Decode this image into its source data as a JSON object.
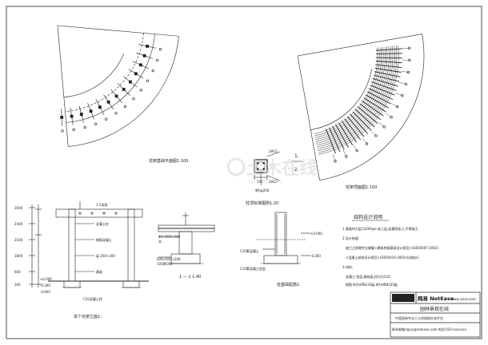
{
  "sheet": {
    "plan1_title": "花架基础平面图1:100",
    "plan2_title": "花架顶面图1:100",
    "section_title": "柱顶标准图例1:20",
    "dim_a": "2Φ12",
    "dim_b": "2Φ12",
    "dim_c": "240",
    "dim_d": "Φ6@200",
    "mark_1": "1.",
    "mark_2": "2.",
    "elev_title": "单个花架立面1:",
    "section11_title": "1 — 1 1:40",
    "footing_title": "柱基础配筋1:",
    "footing_note1": "600×600×200",
    "footing_note2": "C20素混凝土",
    "footing_note3": "C10素混凝土垫层",
    "beam_note": "40×200×200",
    "beam_note2": "木",
    "pad_note": "100厚C10",
    "elev_note1": "1.5米高",
    "elev_note2": "混凝土柱",
    "elev_note3": "钢筋混凝土",
    "elev_note4": "梁 200×300",
    "elev_note5": "基础",
    "elev_note6": "C20混凝土柱",
    "elev_dims": [
      "3000",
      "2400",
      "2100",
      "1800",
      "600",
      "300"
    ],
    "elev_lv": [
      "±0.000",
      "-0.300",
      "-0.600"
    ],
    "footing_lv": [
      "±0.000",
      "-0.300"
    ]
  },
  "notes": {
    "heading": "结构设计说明",
    "line1": "1.基础持力层为200kpa 老土层,若遇到松土,不得施工.",
    "line2": "2.设计依据:",
    "line3": "施工之前需完全掌握<建筑地基基础设计规范>(GB50007-2002)",
    "line4": "<混凝土结构设计规范>(GB50010-2002)分册执行",
    "line5": "3.材料:",
    "line6": "混凝土:垫层,基础梁,柱均为C20",
    "line7": "钢筋:Φ为HPB235级,Φ为HRB335级"
  },
  "titleblock": {
    "brand": "网易 NetEase",
    "site": "www.cylzx.com",
    "tagline": "园林景观在线",
    "platform": "中国园林专业人士的网络交流平台",
    "contact": "联系邮箱:tgsjs@netease.com  电话:020-xxxxxxx"
  },
  "watermark": {
    "text": "土木在线",
    "sub": "co188.com"
  }
}
